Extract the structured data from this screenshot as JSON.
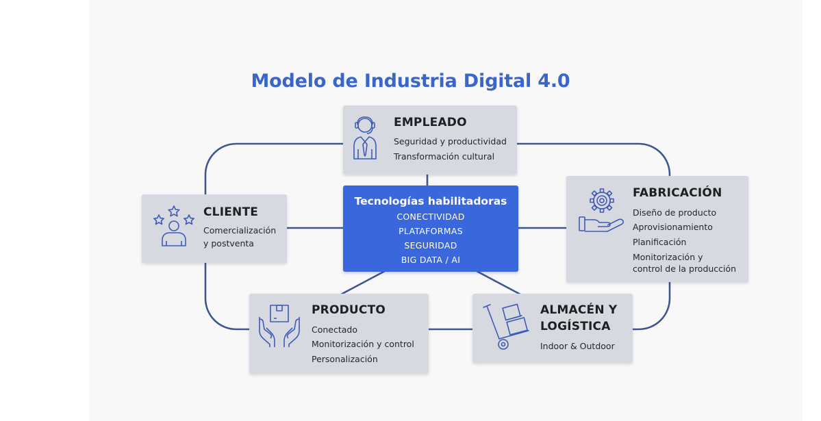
{
  "title": "Modelo de Industria Digital 4.0",
  "colors": {
    "title": "#3a66c8",
    "center_box": "#3a67db",
    "box": "#d7d9e1",
    "connector": "#3d5690",
    "icon": "#3d5bb5"
  },
  "center": {
    "title": "Tecnologías habilitadoras",
    "items": [
      "CONECTIVIDAD",
      "PLATAFORMAS",
      "SEGURIDAD",
      "BIG DATA / AI"
    ]
  },
  "nodes": {
    "empleado": {
      "title": "EMPLEADO",
      "icon": "employee-icon",
      "lines": [
        "Seguridad y productividad",
        "Transformación cultural"
      ]
    },
    "cliente": {
      "title": "CLIENTE",
      "icon": "customer-rating-icon",
      "lines": [
        "Comercialización",
        "y postventa"
      ]
    },
    "fabricacion": {
      "title": "FABRICACIÓN",
      "icon": "gear-hand-icon",
      "lines": [
        "Diseño de producto",
        "Aprovisionamiento",
        "Planificación",
        "Monitorización y",
        "control de la producción"
      ]
    },
    "producto": {
      "title": "PRODUCTO",
      "icon": "box-hands-icon",
      "lines": [
        "Conectado",
        "Monitorización y control",
        "Personalización"
      ]
    },
    "almacen": {
      "title_lines": [
        "ALMACÉN Y",
        "LOGÍSTICA"
      ],
      "icon": "hand-truck-icon",
      "lines": [
        "Indoor & Outdoor"
      ]
    }
  }
}
